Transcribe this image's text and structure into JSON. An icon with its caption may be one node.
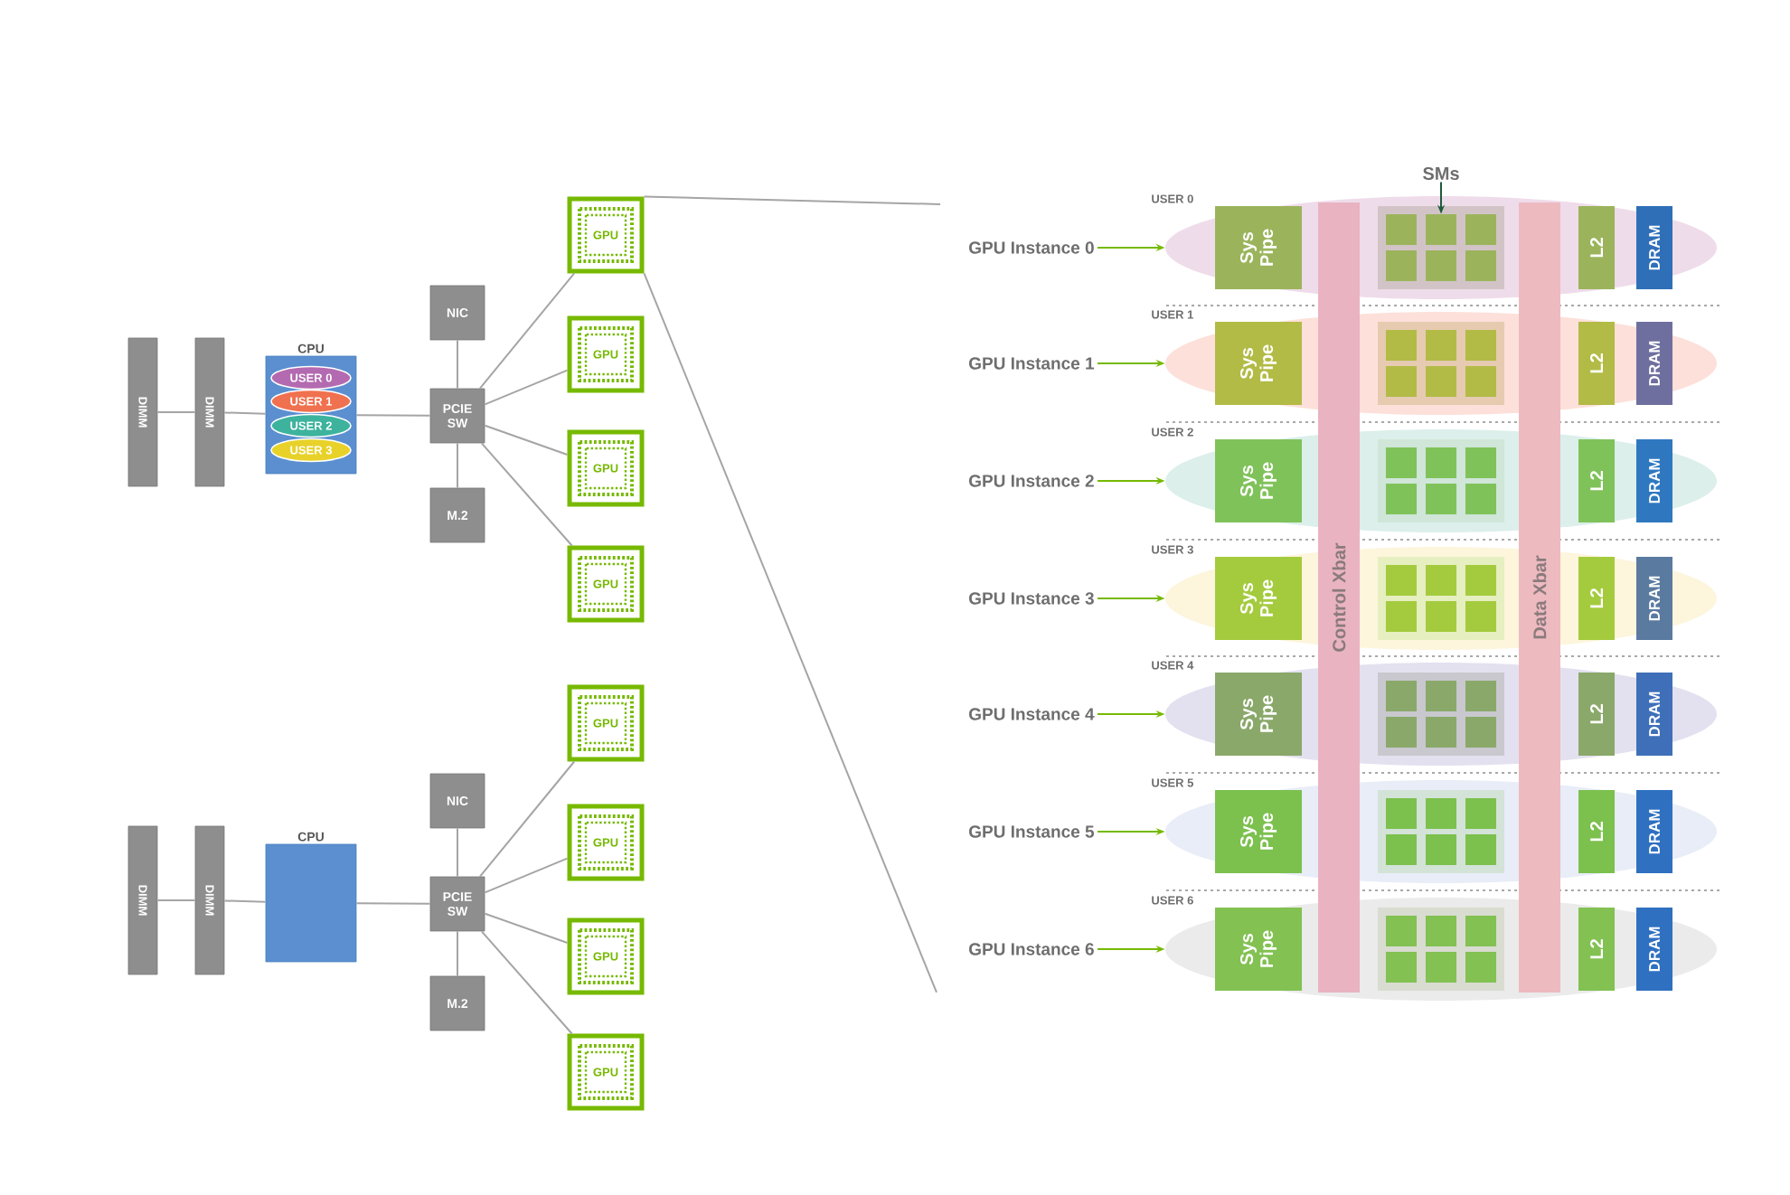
{
  "diagram": {
    "nodes": [
      {
        "text": [
          "DIMM"
        ]
      },
      {
        "text": [
          "DIMM"
        ]
      },
      {
        "text": [
          "CPU"
        ]
      },
      {
        "text": [
          "USER 0"
        ],
        "in": 2
      },
      {
        "text": [
          "USER 1"
        ],
        "in": 2
      },
      {
        "text": [
          "USER 2"
        ],
        "in": 2
      },
      {
        "text": [
          "USER 3"
        ],
        "in": 2
      },
      {
        "text": [
          "NIC"
        ]
      },
      {
        "text": [
          "PCIE SW"
        ]
      },
      {
        "text": [
          "M.2"
        ]
      },
      {
        "text": [
          "GPU"
        ]
      },
      {
        "text": [
          "GPU"
        ]
      },
      {
        "text": [
          "GPU"
        ]
      },
      {
        "text": [
          "GPU"
        ]
      },
      {
        "text": [
          "DIMM"
        ]
      },
      {
        "text": [
          "DIMM"
        ]
      },
      {
        "text": [
          "CPU"
        ]
      },
      {
        "text": [
          "NIC"
        ]
      },
      {
        "text": [
          "PCIE SW"
        ]
      },
      {
        "text": [
          "M.2"
        ]
      },
      {
        "text": [
          "GPU"
        ]
      },
      {
        "text": [
          "GPU"
        ]
      },
      {
        "text": [
          "GPU"
        ]
      },
      {
        "text": [
          "GPU"
        ]
      },
      {
        "text": [
          "GPU Instance 0"
        ]
      },
      {
        "text": [
          "GPU Instance 1"
        ]
      },
      {
        "text": [
          "GPU Instance 2"
        ]
      },
      {
        "text": [
          "GPU Instance 3"
        ]
      },
      {
        "text": [
          "GPU Instance 4"
        ]
      },
      {
        "text": [
          "GPU Instance 5"
        ]
      },
      {
        "text": [
          "GPU Instance 6"
        ]
      },
      {
        "text": [
          "SMs"
        ]
      },
      {
        "text": [
          "Control Xbar"
        ]
      },
      {
        "text": [
          "Data Xbar"
        ]
      },
      {
        "text": [
          "USER 0"
        ]
      },
      {
        "text": [
          "Sys Pipe"
        ],
        "in": 34
      },
      {
        "text": [],
        "shape": "box",
        "in": 34
      },
      {
        "text": [],
        "shape": "box",
        "in": 36
      },
      {
        "text": [],
        "shape": "box",
        "in": 36
      },
      {
        "text": [],
        "shape": "box",
        "in": 36
      },
      {
        "text": [],
        "shape": "box",
        "in": 36
      },
      {
        "text": [],
        "shape": "box",
        "in": 36
      },
      {
        "text": [],
        "shape": "box",
        "in": 36
      },
      {
        "text": [
          "L2"
        ],
        "in": 34
      },
      {
        "text": [
          "DRAM"
        ],
        "in": 34
      },
      {
        "text": [
          "USER 1"
        ]
      },
      {
        "text": [
          "Sys Pipe"
        ],
        "in": 45
      },
      {
        "text": [],
        "shape": "box",
        "in": 45
      },
      {
        "text": [],
        "shape": "box",
        "in": 47
      },
      {
        "text": [],
        "shape": "box",
        "in": 47
      },
      {
        "text": [],
        "shape": "box",
        "in": 47
      },
      {
        "text": [],
        "shape": "box",
        "in": 47
      },
      {
        "text": [],
        "shape": "box",
        "in": 47
      },
      {
        "text": [],
        "shape": "box",
        "in": 47
      },
      {
        "text": [
          "L2"
        ],
        "in": 45
      },
      {
        "text": [
          "DRAM"
        ],
        "in": 45
      },
      {
        "text": [
          "USER 2"
        ]
      },
      {
        "text": [
          "Sys Pipe"
        ],
        "in": 56
      },
      {
        "text": [],
        "shape": "box",
        "in": 56
      },
      {
        "text": [],
        "shape": "box",
        "in": 58
      },
      {
        "text": [],
        "shape": "box",
        "in": 58
      },
      {
        "text": [],
        "shape": "box",
        "in": 58
      },
      {
        "text": [],
        "shape": "box",
        "in": 58
      },
      {
        "text": [],
        "shape": "box",
        "in": 58
      },
      {
        "text": [],
        "shape": "box",
        "in": 58
      },
      {
        "text": [
          "L2"
        ],
        "in": 56
      },
      {
        "text": [
          "DRAM"
        ],
        "in": 56
      },
      {
        "text": [
          "USER 3"
        ]
      },
      {
        "text": [
          "Sys Pipe"
        ],
        "in": 67
      },
      {
        "text": [],
        "shape": "box",
        "in": 67
      },
      {
        "text": [],
        "shape": "box",
        "in": 69
      },
      {
        "text": [],
        "shape": "box",
        "in": 69
      },
      {
        "text": [],
        "shape": "box",
        "in": 69
      },
      {
        "text": [],
        "shape": "box",
        "in": 69
      },
      {
        "text": [],
        "shape": "box",
        "in": 69
      },
      {
        "text": [],
        "shape": "box",
        "in": 69
      },
      {
        "text": [
          "L2"
        ],
        "in": 67
      },
      {
        "text": [
          "DRAM"
        ],
        "in": 67
      },
      {
        "text": [
          "USER 4"
        ]
      },
      {
        "text": [
          "Sys Pipe"
        ],
        "in": 78
      },
      {
        "text": [],
        "shape": "box",
        "in": 78
      },
      {
        "text": [],
        "shape": "box",
        "in": 80
      },
      {
        "text": [],
        "shape": "box",
        "in": 80
      },
      {
        "text": [],
        "shape": "box",
        "in": 80
      },
      {
        "text": [],
        "shape": "box",
        "in": 80
      },
      {
        "text": [],
        "shape": "box",
        "in": 80
      },
      {
        "text": [],
        "shape": "box",
        "in": 80
      },
      {
        "text": [
          "L2"
        ],
        "in": 78
      },
      {
        "text": [
          "DRAM"
        ],
        "in": 78
      },
      {
        "text": [
          "USER 5"
        ]
      },
      {
        "text": [
          "Sys Pipe"
        ],
        "in": 89
      },
      {
        "text": [],
        "shape": "box",
        "in": 89
      },
      {
        "text": [],
        "shape": "box",
        "in": 91
      },
      {
        "text": [],
        "shape": "box",
        "in": 91
      },
      {
        "text": [],
        "shape": "box",
        "in": 91
      },
      {
        "text": [],
        "shape": "box",
        "in": 91
      },
      {
        "text": [],
        "shape": "box",
        "in": 91
      },
      {
        "text": [],
        "shape": "box",
        "in": 91
      },
      {
        "text": [
          "L2"
        ],
        "in": 89
      },
      {
        "text": [
          "DRAM"
        ],
        "in": 89
      },
      {
        "text": [
          "USER 6"
        ]
      },
      {
        "text": [
          "Sys Pipe"
        ],
        "in": 100
      },
      {
        "text": [],
        "shape": "box",
        "in": 100
      },
      {
        "text": [],
        "shape": "box",
        "in": 102
      },
      {
        "text": [],
        "shape": "box",
        "in": 102
      },
      {
        "text": [],
        "shape": "box",
        "in": 102
      },
      {
        "text": [],
        "shape": "box",
        "in": 102
      },
      {
        "text": [],
        "shape": "box",
        "in": 102
      },
      {
        "text": [],
        "shape": "box",
        "in": 102
      },
      {
        "text": [
          "L2"
        ],
        "in": 100
      },
      {
        "text": [
          "DRAM"
        ],
        "in": 100
      }
    ],
    "edges": [
      {
        "from": 0,
        "to": 1,
        "arrow": "none"
      },
      {
        "from": 1,
        "to": 2,
        "arrow": "none"
      },
      {
        "from": 2,
        "to": 8,
        "arrow": "none"
      },
      {
        "from": 7,
        "to": 8,
        "arrow": "none"
      },
      {
        "from": 8,
        "to": 9,
        "arrow": "none"
      },
      {
        "from": 8,
        "to": 10,
        "arrow": "none"
      },
      {
        "from": 8,
        "to": 11,
        "arrow": "none"
      },
      {
        "from": 8,
        "to": 12,
        "arrow": "none"
      },
      {
        "from": 8,
        "to": 13,
        "arrow": "none"
      },
      {
        "from": 14,
        "to": 15,
        "arrow": "none"
      },
      {
        "from": 15,
        "to": 16,
        "arrow": "none"
      },
      {
        "from": 16,
        "to": 18,
        "arrow": "none"
      },
      {
        "from": 17,
        "to": 18,
        "arrow": "none"
      },
      {
        "from": 18,
        "to": 19,
        "arrow": "none"
      },
      {
        "from": 18,
        "to": 20,
        "arrow": "none"
      },
      {
        "from": 18,
        "to": 21,
        "arrow": "none"
      },
      {
        "from": 18,
        "to": 22,
        "arrow": "none"
      },
      {
        "from": 18,
        "to": 23,
        "arrow": "none"
      },
      {
        "from": 10,
        "to": null,
        "arrow": "none"
      },
      {
        "from": 10,
        "to": null,
        "arrow": "none"
      },
      {
        "from": 24,
        "to": 34,
        "arrow": "to",
        "color": "#76b900"
      },
      {
        "from": 25,
        "to": 45,
        "arrow": "to",
        "color": "#76b900"
      },
      {
        "from": 26,
        "to": 56,
        "arrow": "to",
        "color": "#76b900"
      },
      {
        "from": 27,
        "to": 67,
        "arrow": "to",
        "color": "#76b900"
      },
      {
        "from": 28,
        "to": 78,
        "arrow": "to",
        "color": "#76b900"
      },
      {
        "from": 29,
        "to": 89,
        "arrow": "to",
        "color": "#76b900"
      },
      {
        "from": 30,
        "to": 100,
        "arrow": "to",
        "color": "#76b900"
      },
      {
        "from": 31,
        "to": 38,
        "arrow": "to",
        "color": "#1f5a3c"
      }
    ]
  }
}
